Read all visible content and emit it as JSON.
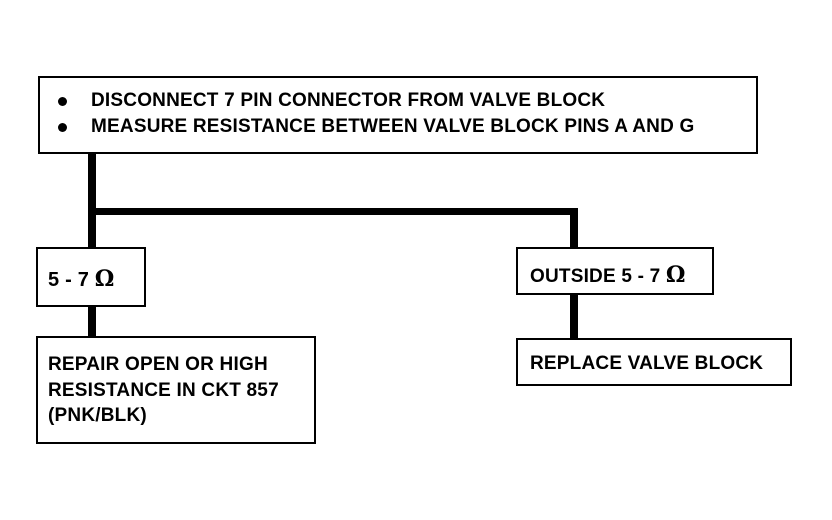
{
  "step": {
    "bullets": [
      "DISCONNECT 7 PIN CONNECTOR FROM VALVE BLOCK",
      "MEASURE RESISTANCE BETWEEN VALVE BLOCK PINS A AND G"
    ]
  },
  "branches": {
    "left": {
      "condition_text": "5 - 7",
      "condition_unit": "Ω",
      "result_lines": [
        "REPAIR OPEN OR HIGH",
        "RESISTANCE IN CKT 857",
        "(PNK/BLK)"
      ]
    },
    "right": {
      "condition_text": "OUTSIDE 5 - 7",
      "condition_unit": "Ω",
      "result_lines": [
        "REPLACE VALVE BLOCK"
      ]
    }
  }
}
